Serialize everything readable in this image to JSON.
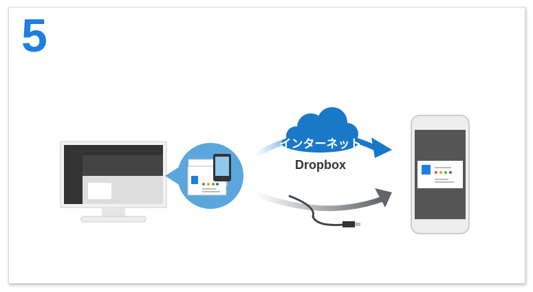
{
  "step_number": "5",
  "cloud_label": "インターネット",
  "service_label": "Dropbox",
  "colors": {
    "accent": "#1f7fe0",
    "cloud": "#1a78c8",
    "circle": "#5ba6dc",
    "cable_arrow": "#5f666c"
  },
  "icons": [
    "desktop-monitor-icon",
    "business-card-icon",
    "smartphone-icon",
    "cloud-icon",
    "usb-cable-icon",
    "arrow-icon"
  ]
}
